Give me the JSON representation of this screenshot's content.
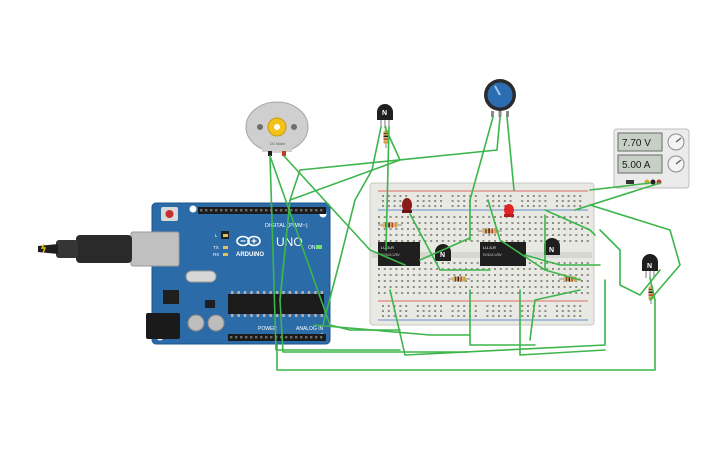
{
  "arduino": {
    "brand": "ARDUINO",
    "model": "UNO",
    "digital_label": "DIGITAL (PWM~)",
    "power_label": "POWER",
    "analog_label": "ANALOG IN",
    "on_label": "ON",
    "tx_label": "TX",
    "rx_label": "RX",
    "l_label": "L"
  },
  "motor": {
    "label": "DC Motor"
  },
  "power_supply": {
    "voltage": "7.70 V",
    "current": "5.00 A"
  },
  "relays": [
    {
      "line1": "LU-5-R",
      "line2": "5V/10A  125V"
    },
    {
      "line1": "LU-5-R",
      "line2": "5V/10A  125V"
    }
  ],
  "transistors": [
    {
      "label": "N"
    },
    {
      "label": "N"
    },
    {
      "label": "N"
    },
    {
      "label": "N"
    }
  ],
  "colors": {
    "wire": "#3cb54a",
    "arduino_board": "#2b6ba8",
    "breadboard": "#e7e7e2",
    "led_red": "#d62020",
    "led_dark": "#8b1a1a",
    "pot_knob": "#2c6cb0"
  }
}
